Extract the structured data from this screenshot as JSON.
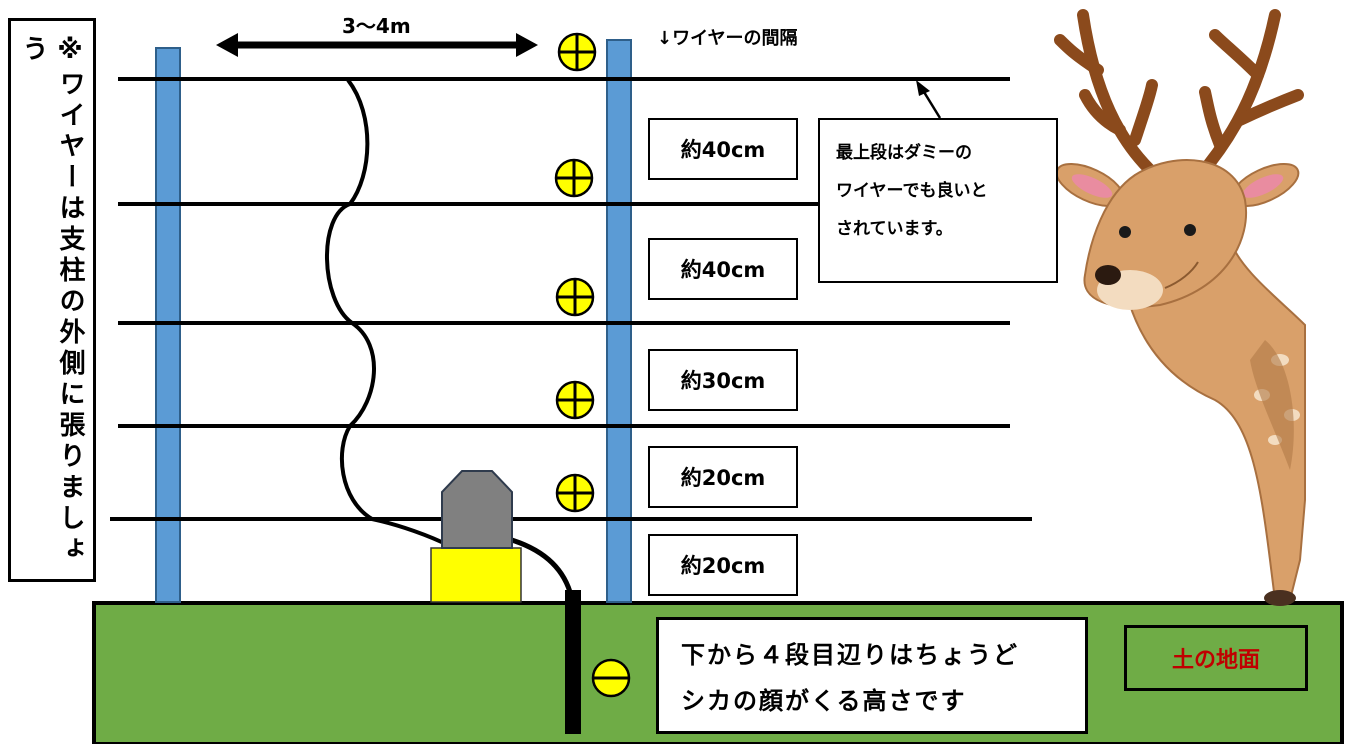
{
  "vertical_note": "※ワイヤーは支柱の外側に張りましょう",
  "span_label": "3〜4m",
  "wire_spacing_label": "↓ワイヤーの間隔",
  "spacings": [
    "約40cm",
    "約40cm",
    "約30cm",
    "約20cm",
    "約20cm"
  ],
  "top_note": {
    "line1": "最上段はダミーの",
    "line2": "ワイヤーでも良いと",
    "line3": "されています。"
  },
  "callout": {
    "line1": "下から４段目辺りはちょうど",
    "line2": "シカの顔がくる高さです"
  },
  "ground_label": "土の地面",
  "colors": {
    "post": "#5b9bd5",
    "ground": "#6fac46",
    "terminal": "#ffff00",
    "energizer_body": "#808080",
    "energizer_base": "#ffff00",
    "ground_text": "#c00000"
  },
  "icons": [
    "plus-terminal-icon",
    "minus-terminal-icon",
    "deer-illustration",
    "double-arrow-icon"
  ]
}
